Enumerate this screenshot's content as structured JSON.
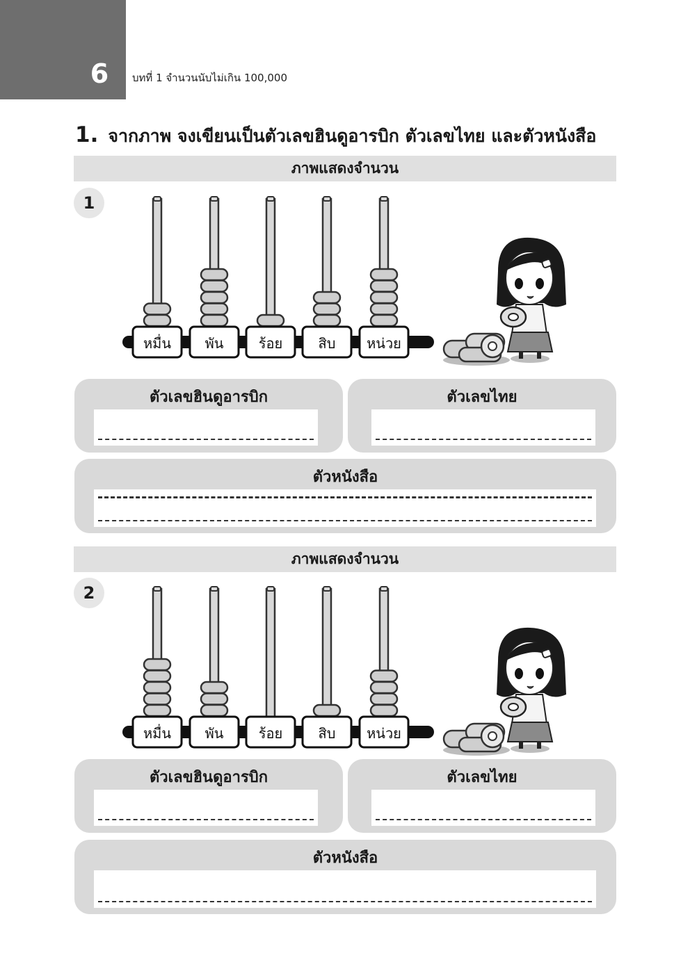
{
  "header": {
    "page_number": "6",
    "chapter": "บทที่  1  จำนวนนับไม่เกิน  100,000"
  },
  "question": {
    "number": "1.",
    "text": "จากภาพ จงเขียนเป็นตัวเลขฮินดูอารบิก ตัวเลขไทย และตัวหนังสือ"
  },
  "places": [
    "หมื่น",
    "พัน",
    "ร้อย",
    "สิบ",
    "หน่วย"
  ],
  "problems": [
    {
      "label": "1",
      "band_title": "ภาพแสดงจำนวน",
      "beads": [
        2,
        5,
        1,
        3,
        5
      ],
      "arabic_label": "ตัวเลขฮินดูอารบิก",
      "thai_label": "ตัวเลขไทย",
      "words_label": "ตัวหนังสือ"
    },
    {
      "label": "2",
      "band_title": "ภาพแสดงจำนวน",
      "beads": [
        5,
        3,
        0,
        1,
        4
      ],
      "arabic_label": "ตัวเลขฮินดูอารบิก",
      "thai_label": "ตัวเลขไทย",
      "words_label": "ตัวหนังสือ"
    }
  ]
}
